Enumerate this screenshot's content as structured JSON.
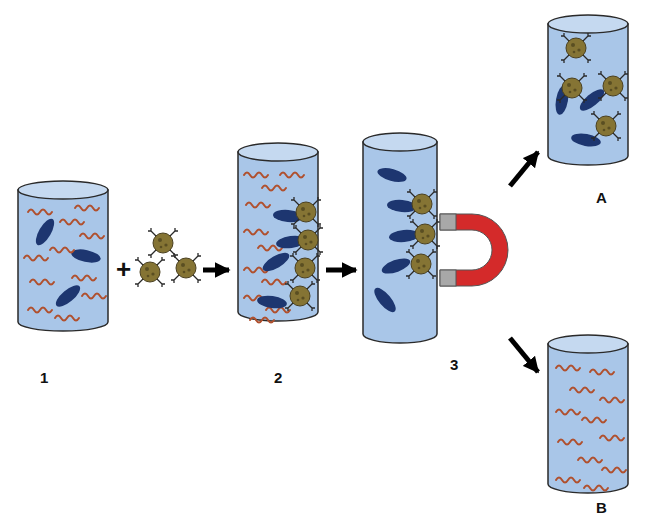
{
  "diagram": {
    "nodes": [
      {
        "text": [
          "1"
        ]
      },
      {
        "text": [
          "2"
        ]
      },
      {
        "text": [
          "3"
        ]
      },
      {
        "text": [
          "A"
        ]
      },
      {
        "text": [
          "B"
        ]
      }
    ],
    "edges": [
      {
        "from": 1,
        "to": 2,
        "arrow": "to"
      },
      {
        "from": 2,
        "to": 3,
        "arrow": "to"
      },
      {
        "from": 2,
        "to": 4,
        "arrow": "to"
      }
    ],
    "labels": [
      "+"
    ]
  }
}
